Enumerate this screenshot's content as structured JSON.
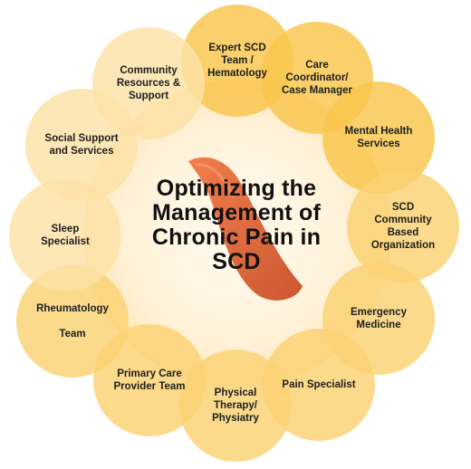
{
  "center": {
    "title": "Optimizing the\nManagement of\nChronic Pain in\nSCD"
  },
  "nodes": [
    {
      "label": "Expert SCD\nTeam /\nHematology",
      "shade": "deep"
    },
    {
      "label": "Care\nCoordinator/\nCase Manager",
      "shade": "deep"
    },
    {
      "label": "Mental Health\nServices",
      "shade": "deep"
    },
    {
      "label": "SCD\nCommunity\nBased\nOrganization",
      "shade": "medium"
    },
    {
      "label": "Emergency\nMedicine",
      "shade": "medium"
    },
    {
      "label": "Pain Specialist",
      "shade": "medium"
    },
    {
      "label": "Physical\nTherapy/\nPhysiatry",
      "shade": "medium"
    },
    {
      "label": "Primary Care\nProvider Team",
      "shade": "medium"
    },
    {
      "label": "Rheumatology\n\nTeam",
      "shade": "medium"
    },
    {
      "label": "Sleep\nSpecialist",
      "shade": "light"
    },
    {
      "label": "Social Support\nand Services",
      "shade": "light"
    },
    {
      "label": "Community\nResources &\nSupport",
      "shade": "light"
    }
  ],
  "colors": {
    "deep": "#f9c64c",
    "medium": "#fbd273",
    "light": "#fde2a6",
    "hub": "#fff3dc",
    "cell": "#e35f30"
  },
  "icons": {
    "center_decoration": "sickle-red-blood-cell-icon"
  }
}
